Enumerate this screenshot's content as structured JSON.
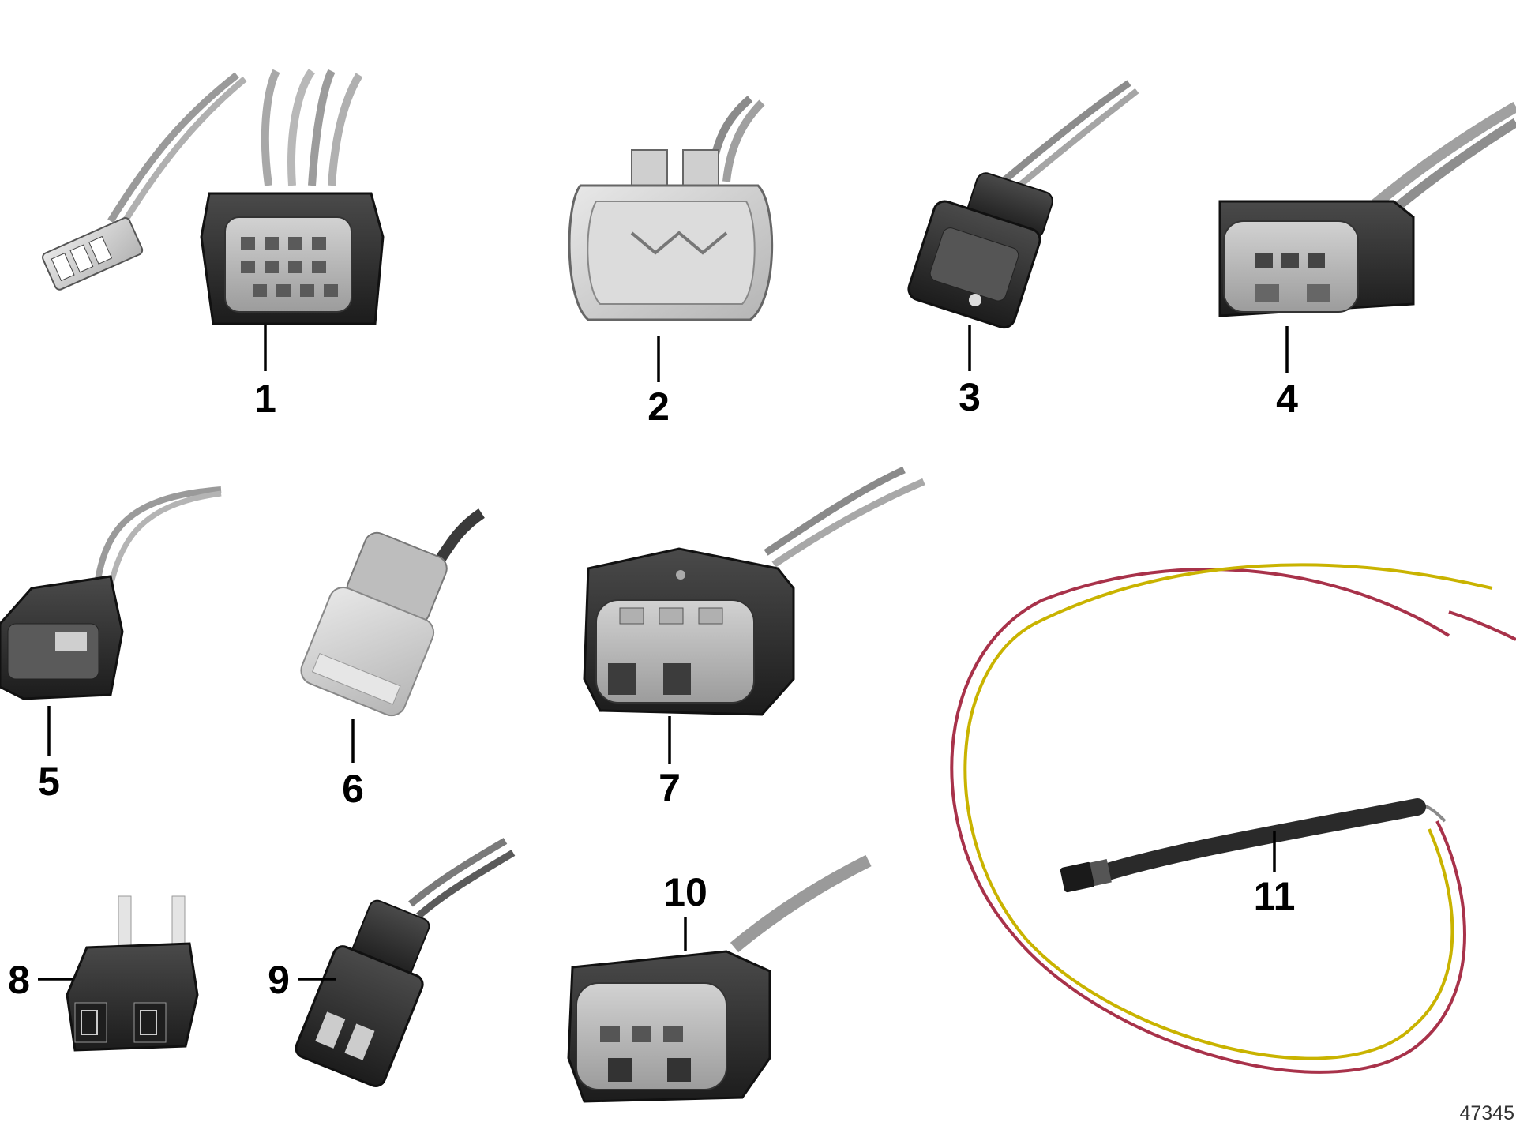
{
  "callouts": [
    {
      "id": "part-1",
      "label": "1"
    },
    {
      "id": "part-2",
      "label": "2"
    },
    {
      "id": "part-3",
      "label": "3"
    },
    {
      "id": "part-4",
      "label": "4"
    },
    {
      "id": "part-5",
      "label": "5"
    },
    {
      "id": "part-6",
      "label": "6"
    },
    {
      "id": "part-7",
      "label": "7"
    },
    {
      "id": "part-8",
      "label": "8"
    },
    {
      "id": "part-9",
      "label": "9"
    },
    {
      "id": "part-10",
      "label": "10"
    },
    {
      "id": "part-11",
      "label": "11"
    }
  ],
  "reference_number": "47345",
  "colors": {
    "connector_dark": "#2b2b2b",
    "connector_grey": "#c8c8c8",
    "wire_grey": "#9a9a9a",
    "wire_red": "#a8324a",
    "wire_yellow": "#c9b300"
  }
}
